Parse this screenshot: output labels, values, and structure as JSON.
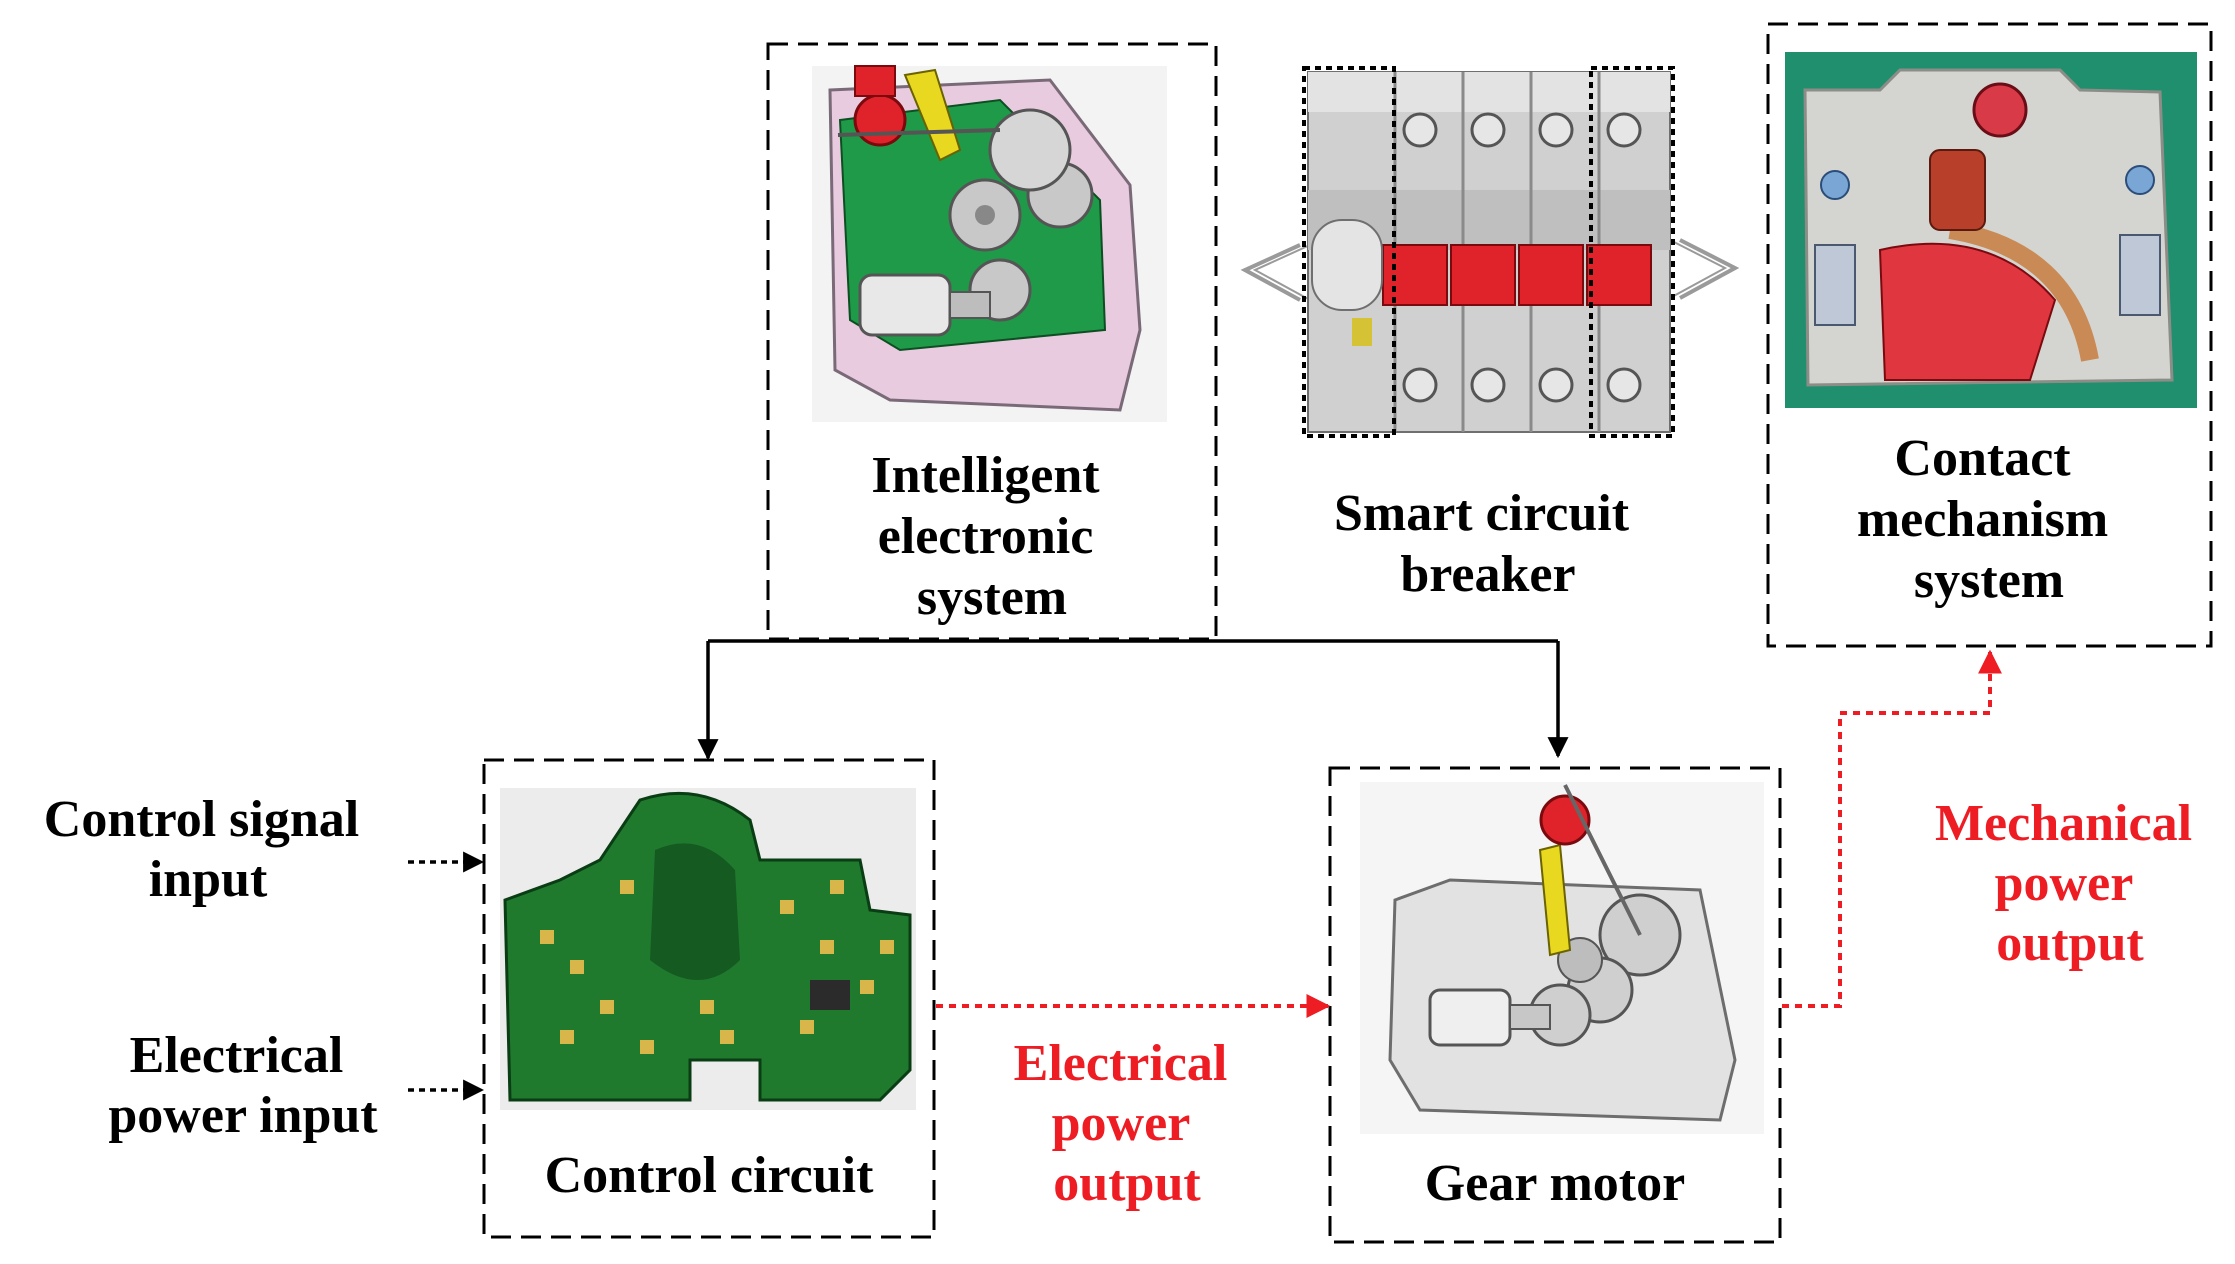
{
  "blocks": {
    "intelligent_electronic_system": {
      "lines": [
        "Intelligent",
        "electronic",
        "system"
      ]
    },
    "smart_circuit_breaker": {
      "lines": [
        "Smart circuit",
        "breaker"
      ]
    },
    "contact_mechanism_system": {
      "lines": [
        "Contact",
        "mechanism",
        "system"
      ]
    },
    "control_circuit": {
      "label": "Control circuit"
    },
    "gear_motor": {
      "label": "Gear motor"
    }
  },
  "inputs": {
    "control_signal": {
      "lines": [
        "Control signal",
        "input"
      ]
    },
    "electrical_power": {
      "lines": [
        "Electrical",
        "power input"
      ]
    }
  },
  "outputs": {
    "electrical_power_output": {
      "lines": [
        "Electrical",
        "power",
        "output"
      ]
    },
    "mechanical_power_output": {
      "lines": [
        "Mechanical",
        "power",
        "output"
      ]
    }
  },
  "colors": {
    "line": "#000000",
    "output_arrow": "#ee1c23",
    "pcb_green": "#1f7a2e",
    "housing_pink": "#e9cbe0",
    "breaker_gray": "#c9c9c9",
    "handle_red": "#e0232a",
    "photo_bg": "#1f8f6e"
  }
}
